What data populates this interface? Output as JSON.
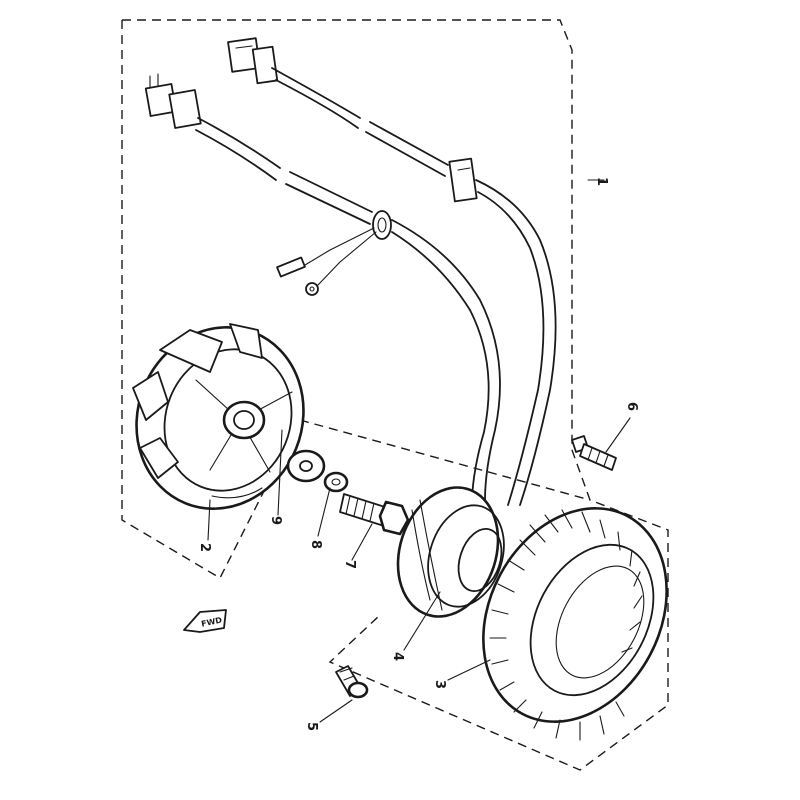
{
  "diagram": {
    "callouts": [
      {
        "id": "1",
        "label": "1"
      },
      {
        "id": "2",
        "label": "2"
      },
      {
        "id": "3",
        "label": "3"
      },
      {
        "id": "4",
        "label": "4"
      },
      {
        "id": "5",
        "label": "5"
      },
      {
        "id": "6",
        "label": "6"
      },
      {
        "id": "7",
        "label": "7"
      },
      {
        "id": "8",
        "label": "8"
      },
      {
        "id": "9",
        "label": "9"
      }
    ],
    "fwd_label": "FWD"
  }
}
